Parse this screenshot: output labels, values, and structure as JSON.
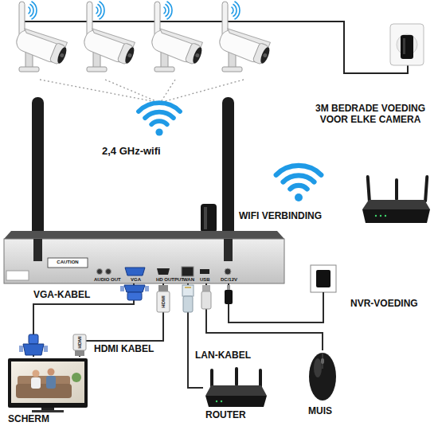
{
  "diagram": {
    "nodes": [
      {
        "text": [
          "3M BEDRADE VOEDING VOOR ELKE CAMERA"
        ]
      },
      {
        "text": [
          "WIFI VERBINDING"
        ]
      },
      {
        "text": [
          "CAUTION",
          "AUDIO OUT",
          "VGA",
          "HD OUTPUT",
          "WAN",
          "USB",
          "DC/12V"
        ]
      },
      {
        "text": [
          "NVR-VOEDING"
        ]
      },
      {
        "text": [
          "SCHERM"
        ]
      },
      {
        "text": [
          "ROUTER"
        ]
      },
      {
        "text": [
          "MUIS"
        ]
      }
    ],
    "edges": [
      {
        "from": 2,
        "to": 4,
        "label": "VGA-KABEL",
        "arrow": "none"
      },
      {
        "from": 2,
        "to": 4,
        "label": "HDMI KABEL",
        "arrow": "none"
      },
      {
        "from": 2,
        "to": 5,
        "label": "LAN-KABEL",
        "arrow": "none"
      },
      {
        "from": 2,
        "to": 6,
        "arrow": "none"
      },
      {
        "from": 2,
        "to": 3,
        "arrow": "none"
      }
    ],
    "labels": [
      "2,4 GHz-wifi",
      "HDMI",
      "HDMI"
    ]
  }
}
